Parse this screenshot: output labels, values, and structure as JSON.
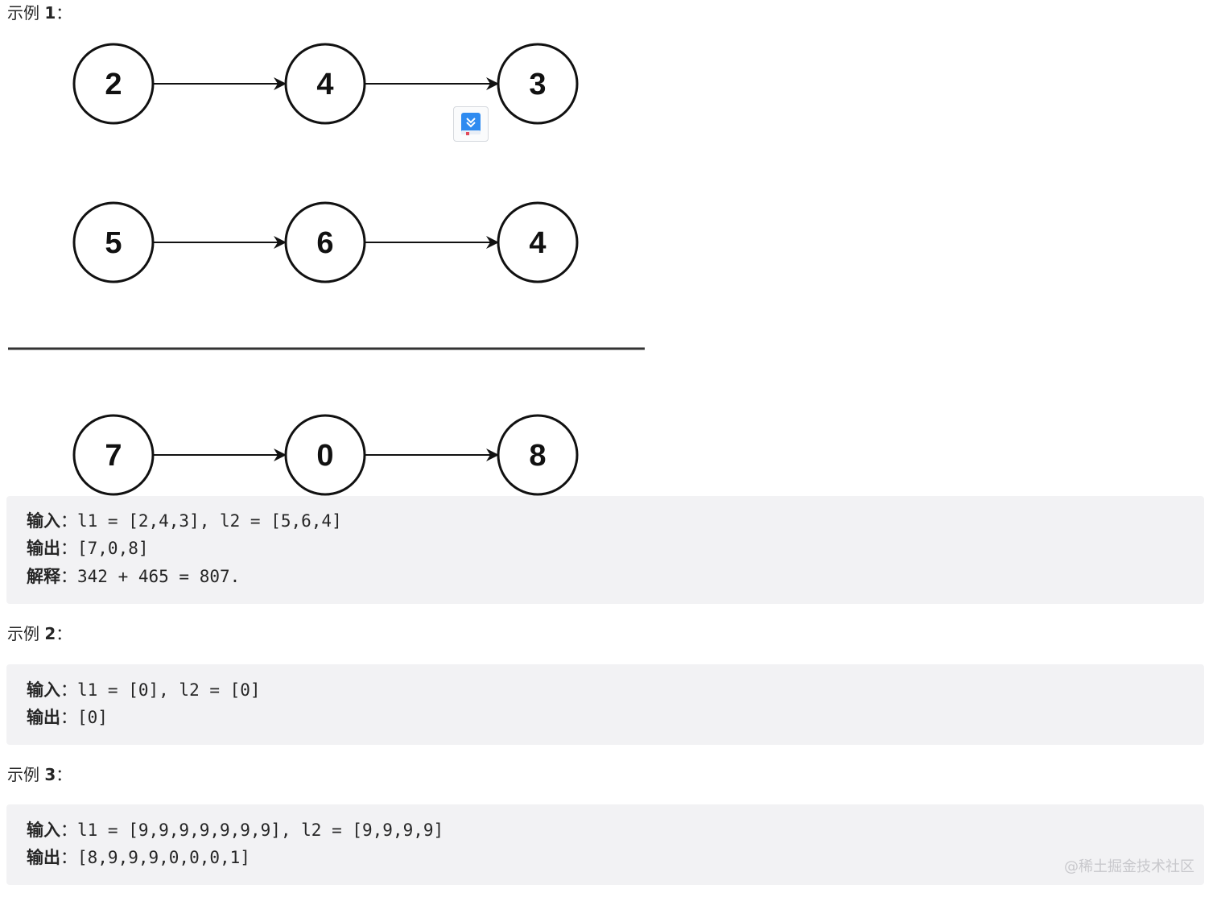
{
  "example1": {
    "heading_prefix": "示例 ",
    "heading_num": "1",
    "heading_suffix": "：",
    "diagram": {
      "list_a": [
        "2",
        "4",
        "3"
      ],
      "list_b": [
        "5",
        "6",
        "4"
      ],
      "result": [
        "7",
        "0",
        "8"
      ]
    },
    "code": {
      "input_label": "输入",
      "input_text": "：l1 = [2,4,3], l2 = [5,6,4]",
      "output_label": "输出",
      "output_text": "：[7,0,8]",
      "explain_label": "解释",
      "explain_text": "：342 + 465 = 807."
    }
  },
  "example2": {
    "heading_prefix": "示例 ",
    "heading_num": "2",
    "heading_suffix": "：",
    "code": {
      "input_label": "输入",
      "input_text": "：l1 = [0], l2 = [0]",
      "output_label": "输出",
      "output_text": "：[0]"
    }
  },
  "example3": {
    "heading_prefix": "示例 ",
    "heading_num": "3",
    "heading_suffix": "：",
    "code": {
      "input_label": "输入",
      "input_text": "：l1 = [9,9,9,9,9,9,9], l2 = [9,9,9,9]",
      "output_label": "输出",
      "output_text": "：[8,9,9,9,0,0,0,1]"
    }
  },
  "badge_icon": "book-download-icon",
  "watermark": "@稀土掘金技术社区"
}
